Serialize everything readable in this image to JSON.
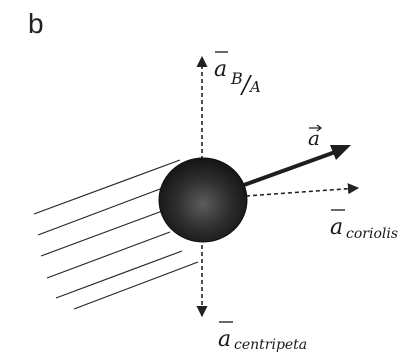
{
  "figure": {
    "panel_letter": "b",
    "labels": {
      "a_ba": {
        "main": "a",
        "sub": "B",
        "slash": "/",
        "sub2": "A"
      },
      "a": {
        "main": "a"
      },
      "a_coriolis": {
        "main": "a",
        "sub": "coriolis"
      },
      "a_centripeta": {
        "main": "a",
        "sub": "centripeta"
      }
    },
    "colors": {
      "ball_dark": "#1e1e1e",
      "ball_light": "#5a5a5a",
      "lines": "#222222",
      "text": "#1a1a1a"
    }
  }
}
